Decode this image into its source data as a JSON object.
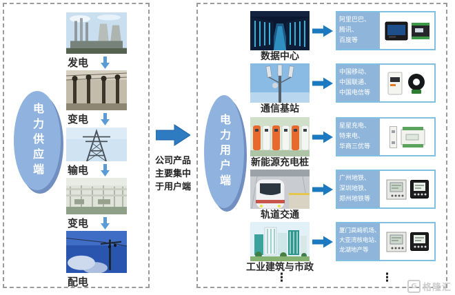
{
  "colors": {
    "panel_border": "#9b9b9b",
    "ellipse_fill": "#8fb3de",
    "ellipse_shadow": "#5d87c5",
    "stage_arrow": "#5b9bd5",
    "main_arrow": "#2e7bc1",
    "row_arrow": "#1b79c0",
    "box_border": "#7fc0e2",
    "customers_bg": "#8fb6da",
    "label_color": "#2b2b2b"
  },
  "supply_side": {
    "ellipse_label": "电力供应端",
    "stages": [
      {
        "label": "发电",
        "photo": "power-plant-photo"
      },
      {
        "label": "变电",
        "photo": "substation-photo"
      },
      {
        "label": "输电",
        "photo": "transmission-tower-photo"
      },
      {
        "label": "变电",
        "photo": "substation2-photo"
      },
      {
        "label": "配电",
        "photo": "distribution-line-photo"
      }
    ]
  },
  "middle": {
    "note_lines": [
      "公司产品",
      "主要集中",
      "于用户端"
    ]
  },
  "user_side": {
    "ellipse_label": "电力用户端",
    "rows": [
      {
        "label": "数据中心",
        "photo": "data-center-photo",
        "customers": [
          "阿里巴巴、",
          "腾讯、",
          "百度等"
        ],
        "products": [
          "touch-screen-power-monitor",
          "din-rail-module"
        ]
      },
      {
        "label": "通信基站",
        "photo": "telecom-base-station-photo",
        "customers": [
          "中国移动、",
          "中国联通、",
          "中国电信等"
        ],
        "products": [
          "din-rail-energy-meter",
          "split-core-current-transformer"
        ]
      },
      {
        "label": "新能源充电桩",
        "photo": "ev-charging-pile-photo",
        "customers": [
          "星星充电、",
          "特来电、",
          "华商三优等"
        ],
        "products": [
          "slim-din-module",
          "din-rail-meter"
        ]
      },
      {
        "label": "轨道交通",
        "photo": "metro-train-photo",
        "customers": [
          "广州地铁、",
          "深圳地铁、",
          "郑州地铁等"
        ],
        "products": [
          "panel-power-meter-light",
          "panel-power-meter-dark"
        ]
      },
      {
        "label": "工业建筑与市政",
        "photo": "industrial-buildings-photo",
        "customers": [
          "厦门高崎机场、",
          "大亚湾核电站、",
          "龙湖地产等"
        ],
        "products": [
          "panel-power-meter-light",
          "panel-power-meter-dark"
        ]
      }
    ],
    "vertical_ellipsis": "⋮"
  },
  "watermark": {
    "logo": "G",
    "text": "格隆汇"
  }
}
